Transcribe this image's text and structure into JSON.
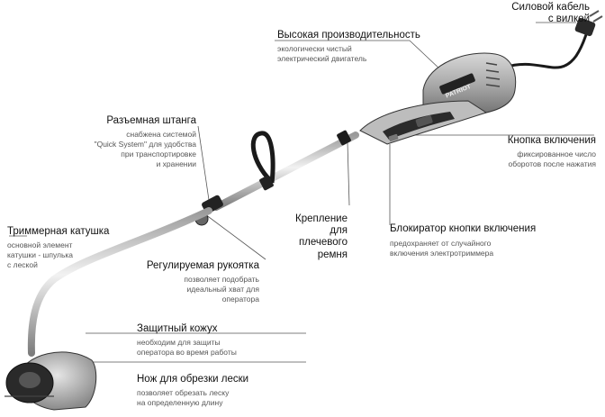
{
  "callouts": {
    "power_cable": {
      "title": "Силовой кабель\nс вилкой"
    },
    "performance": {
      "title": "Высокая производительность",
      "desc": "экологически чистый\nэлектрический двигатель"
    },
    "shaft": {
      "title": "Разъемная штанга",
      "desc": "снабжена системой\n\"Quick System\" для удобства\nпри транспортировке\nи хранении"
    },
    "power_button": {
      "title": "Кнопка включения",
      "desc": "фиксированное число\nоборотов после нажатия"
    },
    "strap_mount": {
      "title": "Крепление\nдля\nплечевого\nремня"
    },
    "button_lock": {
      "title": "Блокиратор кнопки включения",
      "desc": "предохраняет от случайного\nвключения электротриммера"
    },
    "spool": {
      "title": "Триммерная катушка",
      "desc": "основной элемент\nкатушки - шпулька\nс леской"
    },
    "handle": {
      "title": "Регулируемая рукоятка",
      "desc": "позволяет подобрать\nидеальный хват для\nоператора"
    },
    "guard": {
      "title": "Защитный кожух",
      "desc": "необходим для защиты\nоператора во время работы"
    },
    "blade": {
      "title": "Нож для обрезки лески",
      "desc": "позволяет обрезать леску\nна определенную длину"
    }
  },
  "brand_text": "PATRIOT"
}
